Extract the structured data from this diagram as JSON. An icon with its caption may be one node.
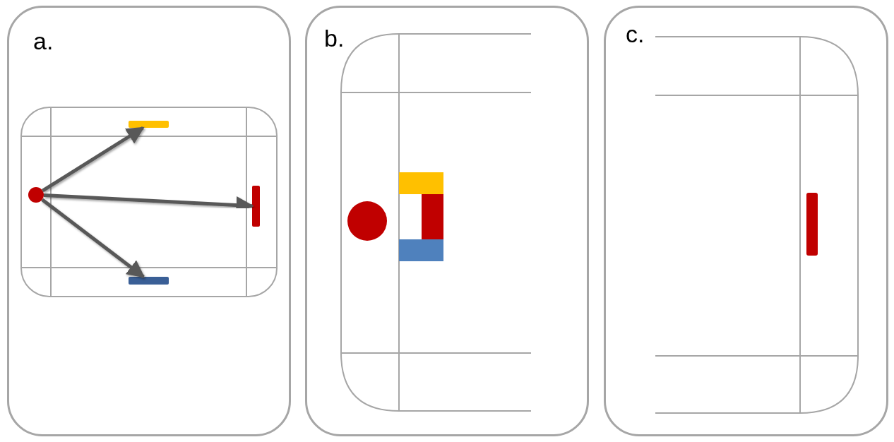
{
  "diagram": {
    "nodes": [
      {
        "text": [
          "a."
        ]
      },
      {
        "text": [
          "b."
        ]
      },
      {
        "text": [
          "c."
        ]
      },
      {
        "text": [],
        "shape": "circle",
        "in": 0
      },
      {
        "text": [],
        "shape": "bar",
        "in": 0
      },
      {
        "text": [],
        "shape": "bar",
        "in": 0
      },
      {
        "text": [],
        "shape": "bar",
        "in": 0
      },
      {
        "text": [],
        "shape": "bar",
        "in": 2
      }
    ],
    "edges": [
      {
        "from": 3,
        "to": 4,
        "arrow": "to"
      },
      {
        "from": 3,
        "to": 5,
        "arrow": "to"
      },
      {
        "from": 3,
        "to": 6,
        "arrow": "to"
      }
    ]
  }
}
